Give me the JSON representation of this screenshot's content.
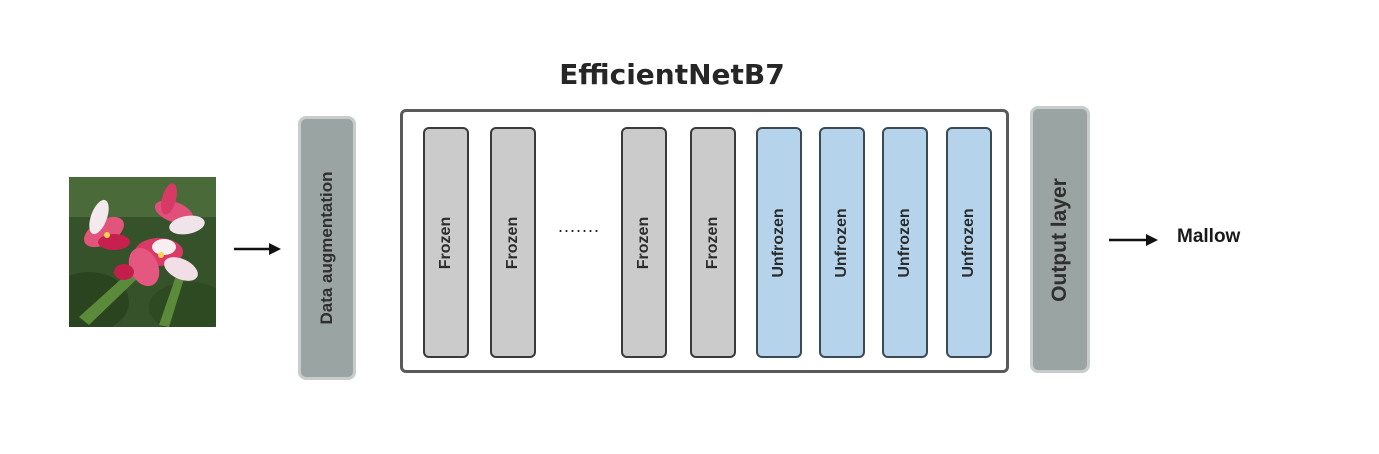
{
  "title": "EfficientNetB7",
  "input": {
    "icon": "flower-photo"
  },
  "augmentation": {
    "label": "Data augmentation"
  },
  "layers": [
    {
      "label": "Frozen",
      "state": "frozen"
    },
    {
      "label": "Frozen",
      "state": "frozen"
    },
    {
      "label": "Frozen",
      "state": "frozen"
    },
    {
      "label": "Frozen",
      "state": "frozen"
    },
    {
      "label": "Unfrozen",
      "state": "unfrozen"
    },
    {
      "label": "Unfrozen",
      "state": "unfrozen"
    },
    {
      "label": "Unfrozen",
      "state": "unfrozen"
    },
    {
      "label": "Unfrozen",
      "state": "unfrozen"
    }
  ],
  "ellipsis": ".......",
  "output_layer": {
    "label": "Output layer"
  },
  "prediction": "Mallow",
  "colors": {
    "frozen": "#cbcbcb",
    "unfrozen": "#b5d4ec",
    "block": "#9aa5a3"
  }
}
